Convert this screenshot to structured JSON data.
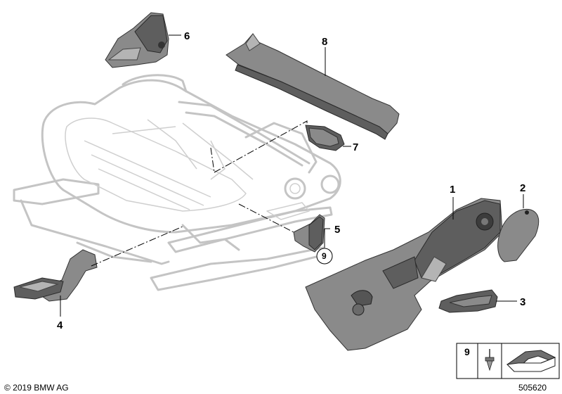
{
  "callouts": {
    "c1": "1",
    "c2": "2",
    "c3": "3",
    "c4": "4",
    "c5": "5",
    "c6": "6",
    "c7": "7",
    "c8": "8",
    "c9_circled": "9"
  },
  "legend": {
    "item_number": "9"
  },
  "footer": {
    "copyright": "© 2019 BMW AG",
    "diagram_number": "505620"
  }
}
